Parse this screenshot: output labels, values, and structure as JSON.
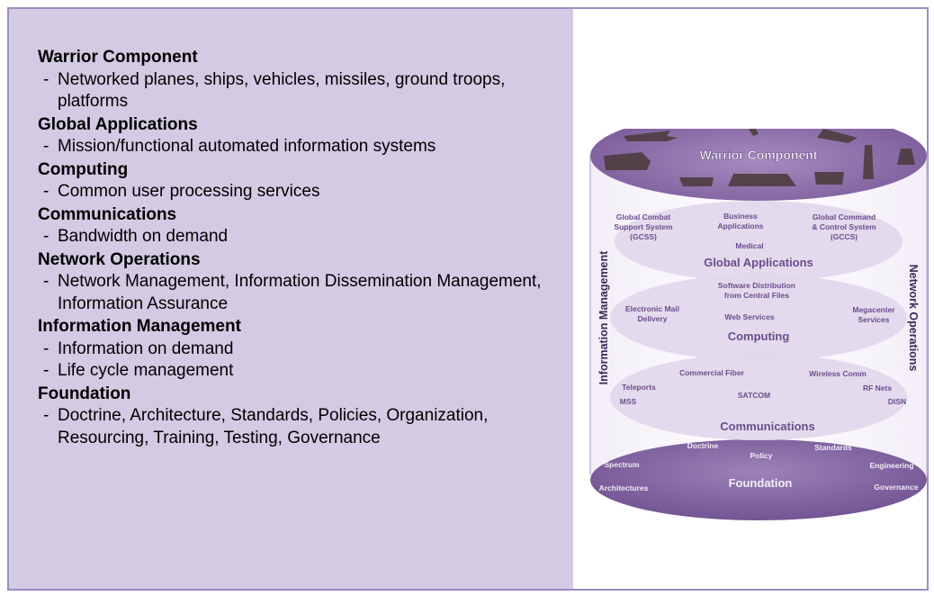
{
  "outline": [
    {
      "heading": "Warrior Component",
      "items": [
        "Networked planes, ships, vehicles, missiles, ground troops, platforms"
      ]
    },
    {
      "heading": "Global Applications",
      "items": [
        "Mission/functional automated information systems"
      ]
    },
    {
      "heading": "Computing",
      "items": [
        "Common user processing services"
      ]
    },
    {
      "heading": "Communications",
      "items": [
        "Bandwidth on demand"
      ]
    },
    {
      "heading": "Network Operations",
      "items": [
        "Network Management, Information Dissemination Management, Information Assurance"
      ]
    },
    {
      "heading": "Information Management",
      "items": [
        "Information on demand",
        "Life cycle management"
      ]
    },
    {
      "heading": "Foundation",
      "items": [
        "Doctrine, Architecture, Standards, Policies, Organization, Resourcing, Training, Testing, Governance"
      ]
    }
  ],
  "diagram": {
    "left_label": "Information Management",
    "right_label": "Network Operations",
    "warrior": {
      "title": "Warrior Component"
    },
    "global_apps": {
      "title": "Global Applications",
      "gcss": [
        "Global Combat",
        "Support System",
        "(GCSS)"
      ],
      "business": [
        "Business",
        "Applications"
      ],
      "gccs": [
        "Global Command",
        "& Control System",
        "(GCCS)"
      ],
      "medical": "Medical"
    },
    "computing": {
      "title": "Computing",
      "email": [
        "Electronic Mail",
        "Delivery"
      ],
      "software": [
        "Software Distribution",
        "from Central Files"
      ],
      "web": "Web Services",
      "megacenter": [
        "Megacenter",
        "Services"
      ]
    },
    "communications": {
      "title": "Communications",
      "fiber": "Commercial Fiber",
      "wireless": "Wireless Comm",
      "teleports": "Teleports",
      "satcom": "SATCOM",
      "rfnets": "RF Nets",
      "mss": "MSS",
      "disn": "DISN"
    },
    "foundation": {
      "title": "Foundation",
      "doctrine": "Doctrine",
      "policy": "Policy",
      "standards": "Standards",
      "spectrum": "Spectrum",
      "engineering": "Engineering",
      "architectures": "Architectures",
      "governance": "Governance"
    },
    "colors": {
      "panel": "#d3cae3",
      "border": "#9d8cc4",
      "top": "#8c6fa7",
      "layer": "#e2d8ec",
      "layer_text": "#6b4d8e",
      "bottom": "#7d5f9a"
    }
  }
}
